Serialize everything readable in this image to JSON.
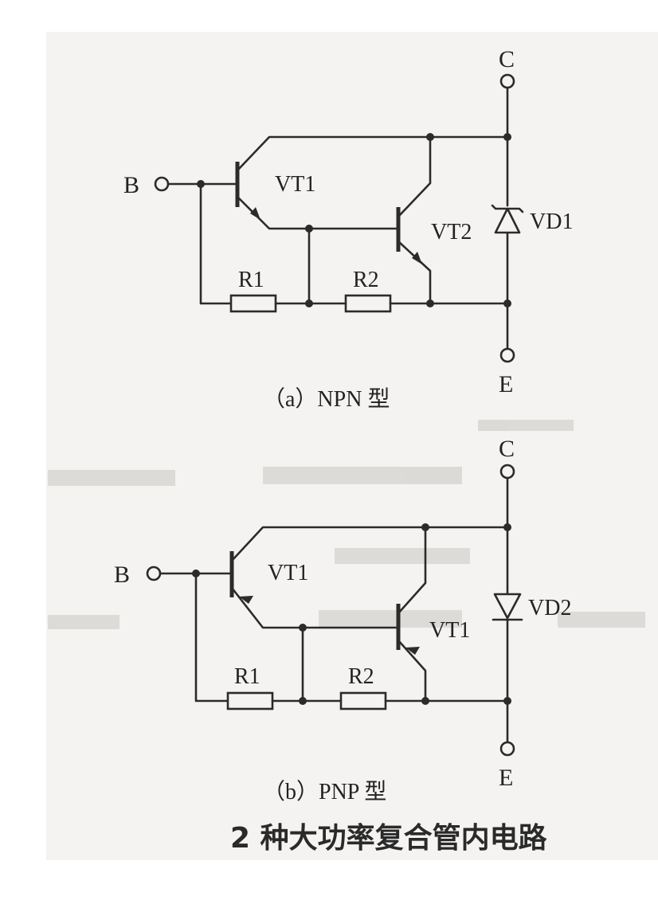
{
  "figure": {
    "caption": "2 种大功率复合管内电路"
  },
  "circuits": [
    {
      "sublabel": "（a）NPN 型",
      "terminals": {
        "base": "B",
        "collector": "C",
        "emitter": "E"
      },
      "transistors": [
        "VT1",
        "VT2"
      ],
      "resistors": [
        "R1",
        "R2"
      ],
      "diode": "VD1"
    },
    {
      "sublabel": "（b）PNP 型",
      "terminals": {
        "base": "B",
        "collector": "C",
        "emitter": "E"
      },
      "transistors": [
        "VT1",
        "VT1"
      ],
      "resistors": [
        "R1",
        "R2"
      ],
      "diode": "VD2"
    }
  ]
}
